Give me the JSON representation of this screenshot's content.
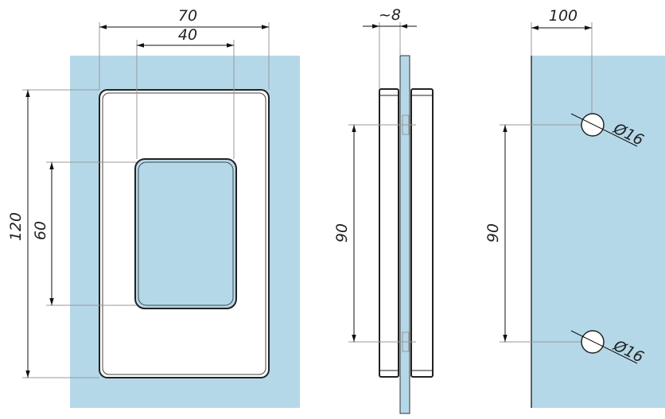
{
  "colors": {
    "glass": "#b5d8e9",
    "outline": "#222222"
  },
  "front_view": {
    "width": "70",
    "window_width": "40",
    "height": "120",
    "window_height": "60"
  },
  "side_view": {
    "thickness": "~8",
    "hole_spacing": "90"
  },
  "glass_view": {
    "edge_offset": "100",
    "hole_spacing": "90",
    "hole_diameter_top": "Ø16",
    "hole_diameter_bottom": "Ø16"
  }
}
